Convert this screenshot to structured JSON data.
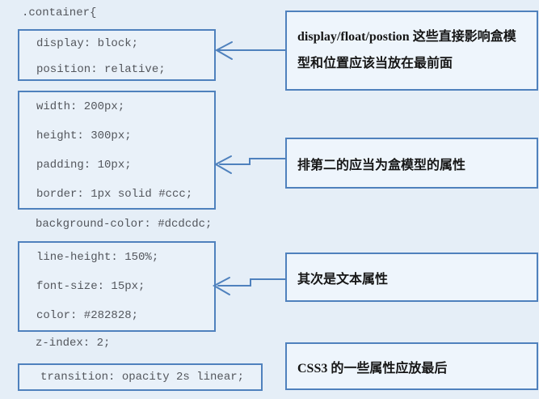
{
  "page": {
    "selector": ".container{"
  },
  "colors": {
    "background": "#e5eef7",
    "box_border": "#4f81bd",
    "annotation_fill": "#eef5fc",
    "code_text": "#53565c",
    "annotation_text": "#161616"
  },
  "code": {
    "box_display": {
      "lines": [
        "display: block;",
        "position: relative;"
      ]
    },
    "box_boxmodel": {
      "lines": [
        "width: 200px;",
        "height: 300px;",
        "padding: 10px;",
        "border: 1px solid #ccc;"
      ]
    },
    "free_background": "background-color: #dcdcdc;",
    "box_text": {
      "lines": [
        "line-height: 150%;",
        "font-size: 15px;",
        "color: #282828;"
      ]
    },
    "free_zindex": "z-index: 2;",
    "box_transition": {
      "lines": [
        "transition: opacity 2s linear;"
      ]
    }
  },
  "annotations": {
    "display_position": "display/float/postion 这些直接影响盒模型和位置应该当放在最前面",
    "box_model": "排第二的应当为盒模型的属性",
    "text_props": "其次是文本属性",
    "css3": "CSS3 的一些属性应放最后"
  }
}
